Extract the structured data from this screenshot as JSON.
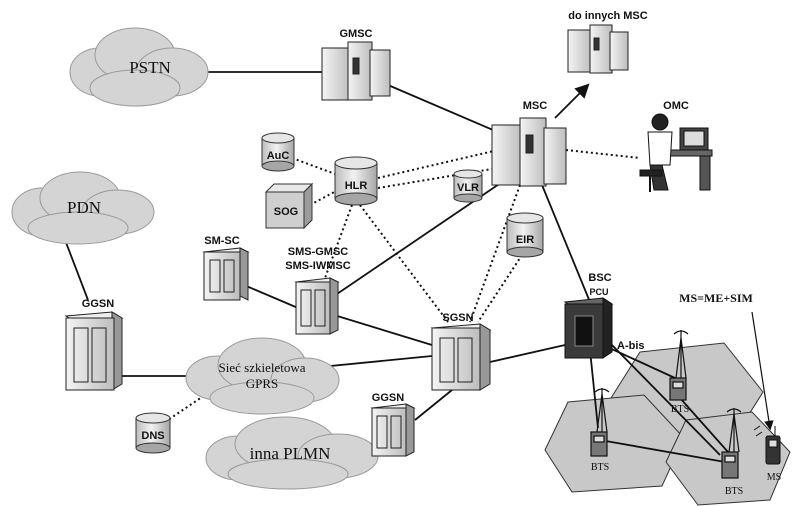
{
  "labels": {
    "gmsc": "GMSC",
    "other_msc": "do innych MSC",
    "msc": "MSC",
    "omc": "OMC",
    "pstn": "PSTN",
    "pdn": "PDN",
    "auc": "AuC",
    "hlr": "HLR",
    "sog": "SOG",
    "vlr": "VLR",
    "eir": "EIR",
    "smsc": "SM-SC",
    "sms_gmsc": "SMS-GMSC",
    "sms_iwmsc": "SMS-IWMSC",
    "ggsn_left": "GGSN",
    "sgsn": "SGSN",
    "bsc": "BSC",
    "pcu": "PCU",
    "abis": "A-bis",
    "ms_formula": "MS=ME+SIM",
    "gprs_backbone_1": "Sieć szkieletowa",
    "gprs_backbone_2": "GPRS",
    "dns": "DNS",
    "ggsn_right": "GGSN",
    "other_plmn": "inna PLMN",
    "bts_1": "BTS",
    "bts_2": "BTS",
    "bts_3": "BTS",
    "ms": "MS"
  }
}
